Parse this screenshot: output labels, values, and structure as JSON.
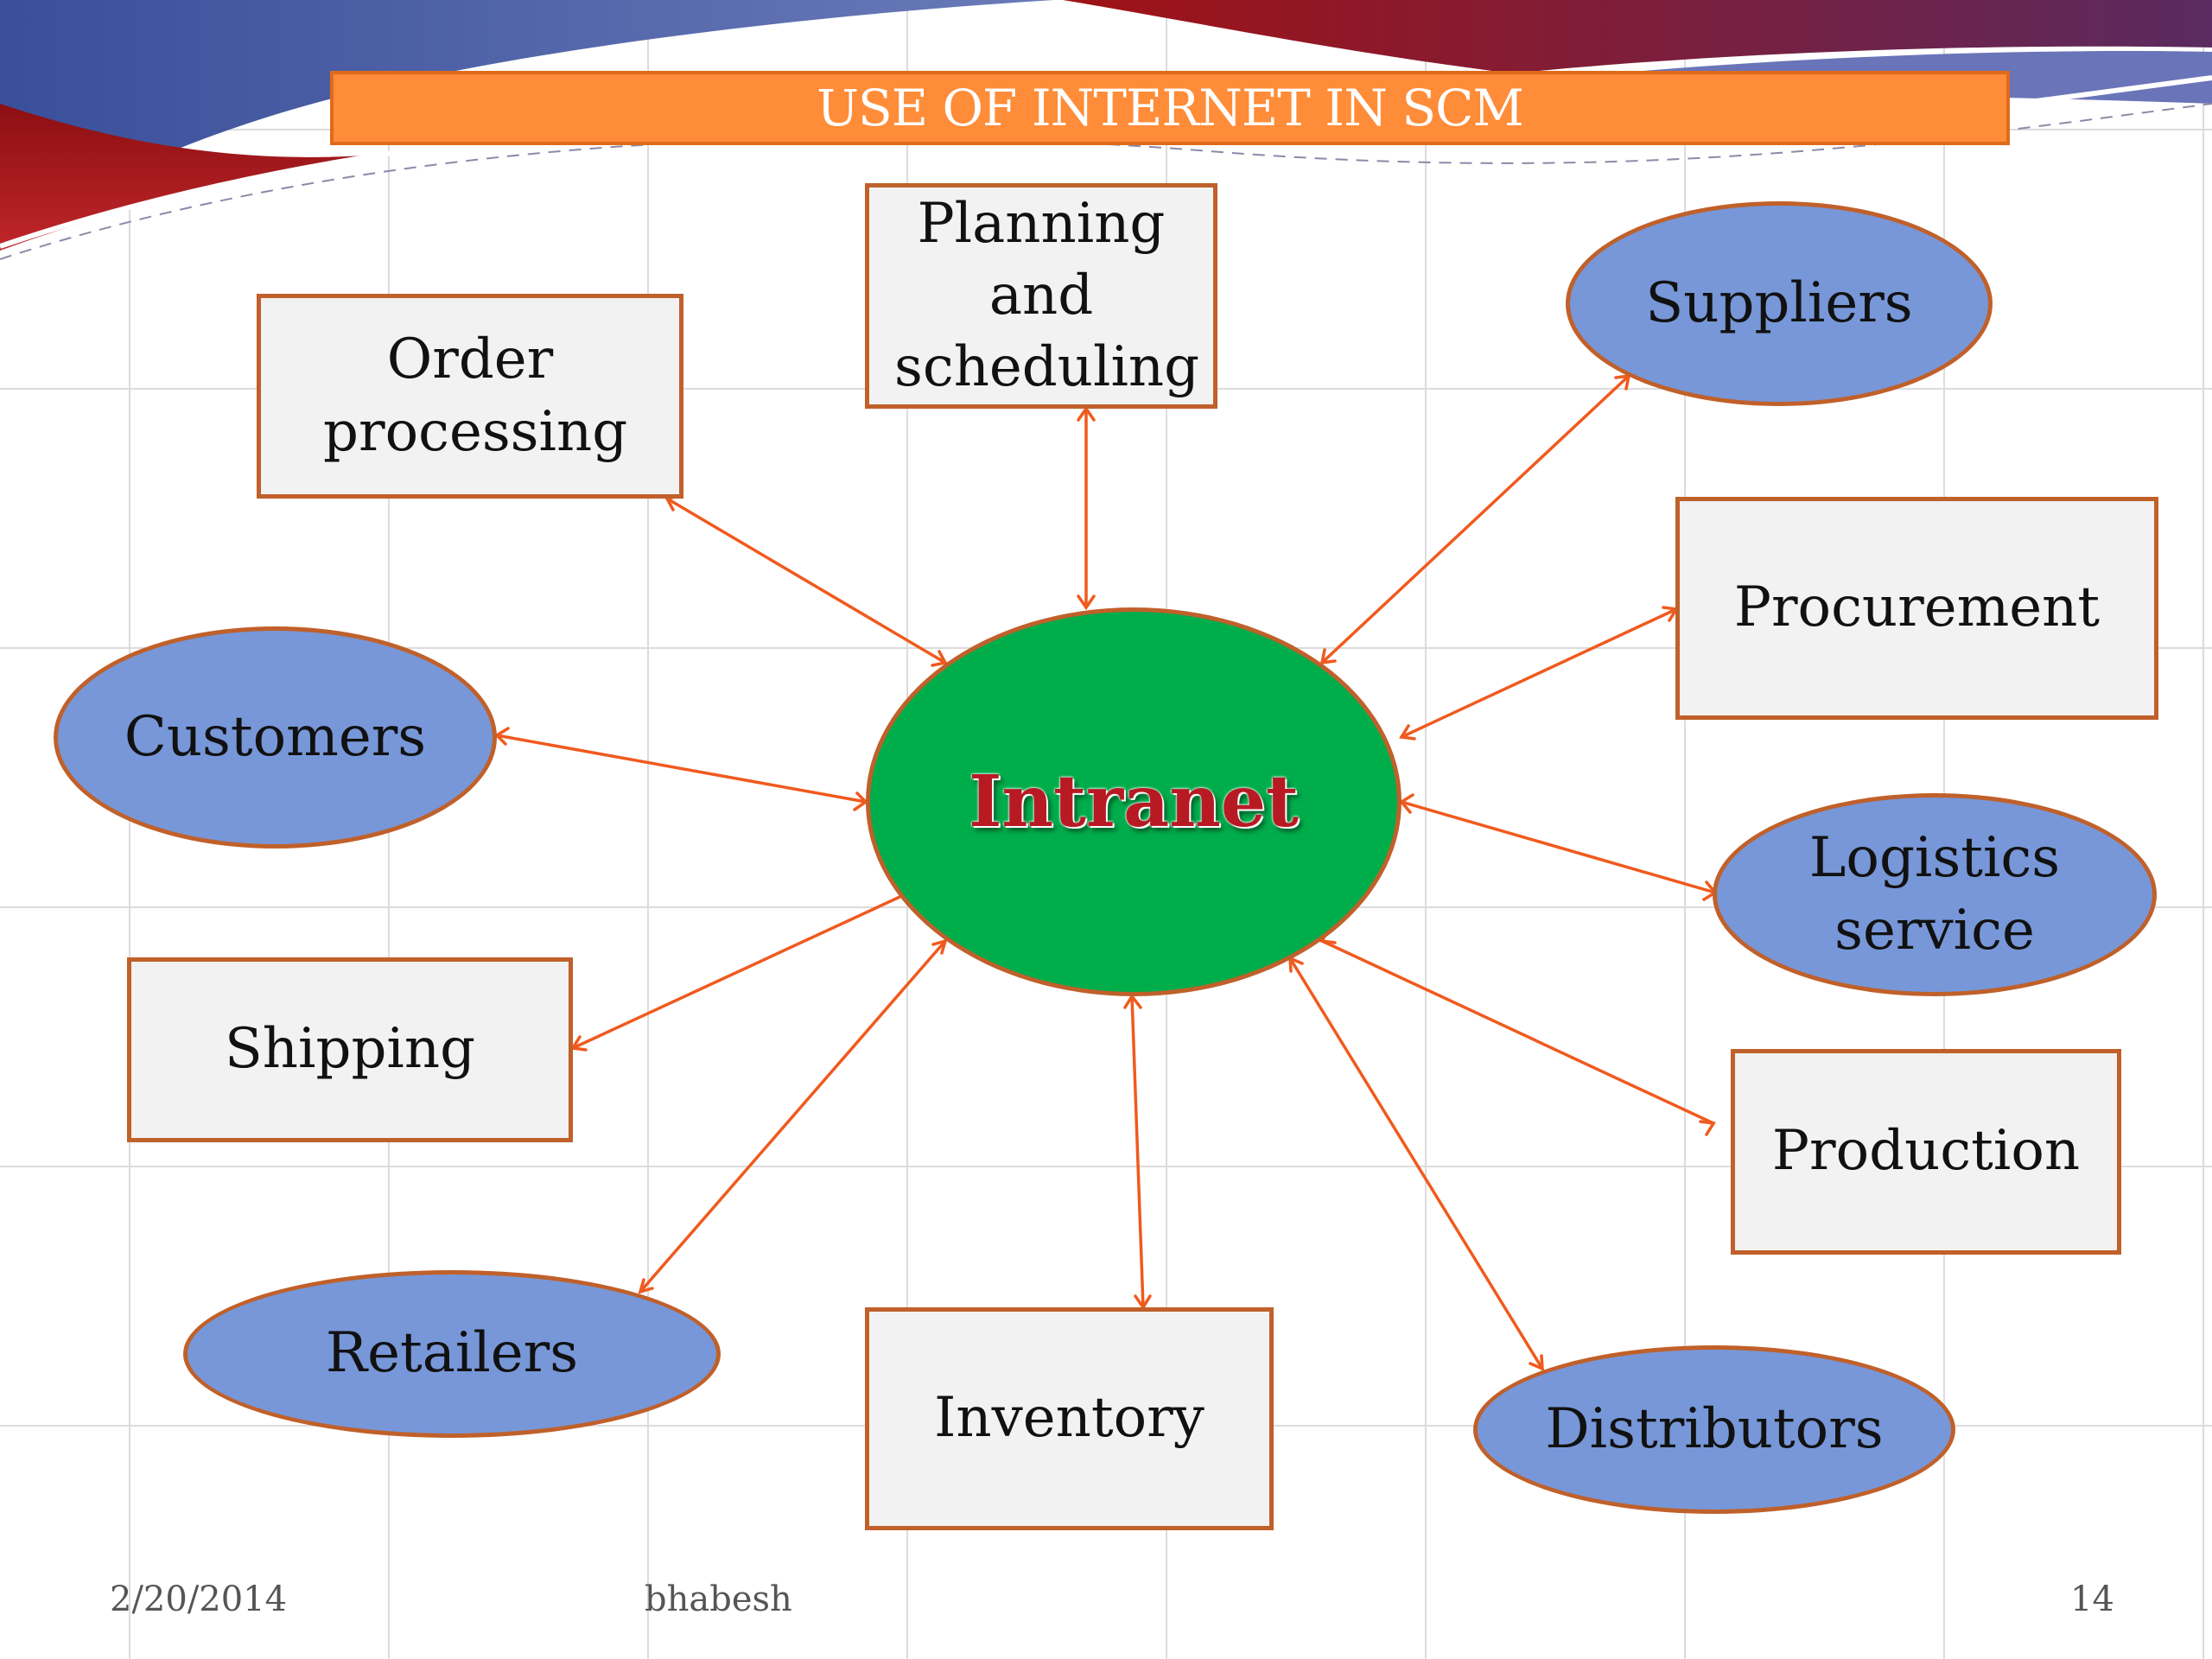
{
  "title": "USE OF INTERNET IN SCM",
  "hub": {
    "label": "Intranet"
  },
  "nodes": {
    "order_processing": "Order processing",
    "planning_scheduling": "Planning and scheduling",
    "suppliers": "Suppliers",
    "procurement": "Procurement",
    "customers": "Customers",
    "logistics_service": "Logistics service",
    "shipping": "Shipping",
    "production": "Production",
    "retailers": "Retailers",
    "inventory": "Inventory",
    "distributors": "Distributors"
  },
  "footer": {
    "date": "2/20/2014",
    "author": "bhabesh",
    "page": "14"
  },
  "colors": {
    "title_bar": "#ff8c38",
    "hub_fill": "#00ad4b",
    "hub_text": "#b81a24",
    "oval_fill": "#7797d8",
    "rect_fill": "#f2f2f2",
    "node_border": "#c0602a",
    "arrow": "#f05a1e"
  }
}
